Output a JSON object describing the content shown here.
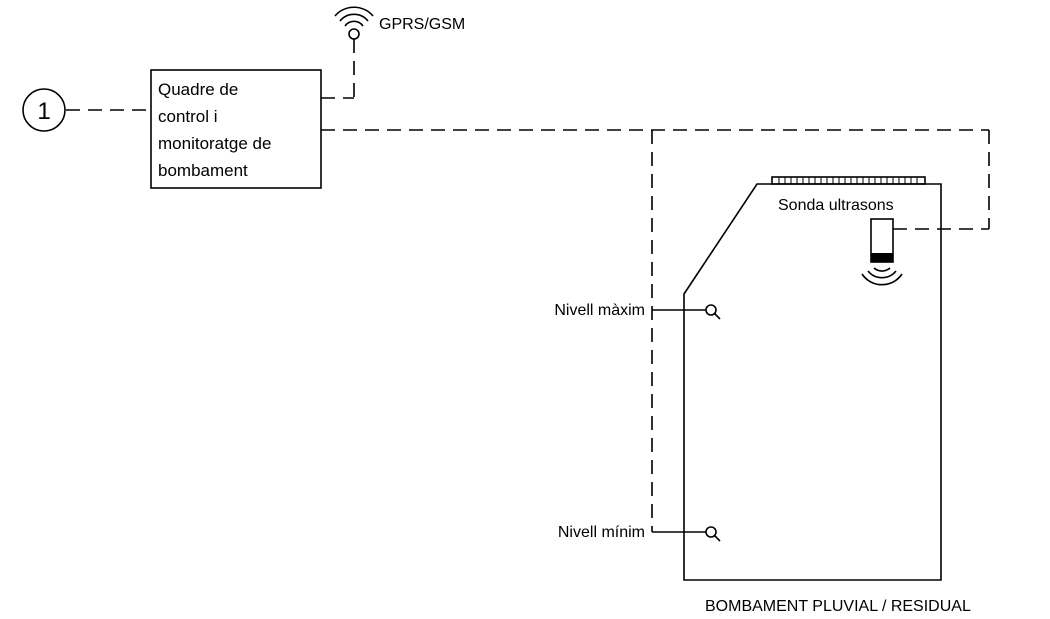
{
  "reference_marker": "1",
  "control_panel": {
    "lines": [
      "Quadre de",
      "control i",
      "monitoratge de",
      "bombament"
    ]
  },
  "antenna_label": "GPRS/GSM",
  "sensor_label": "Sonda ultrasons",
  "level_max_label": "Nivell màxim",
  "level_min_label": "Nivell mínim",
  "tank_label": "BOMBAMENT PLUVIAL / RESIDUAL"
}
